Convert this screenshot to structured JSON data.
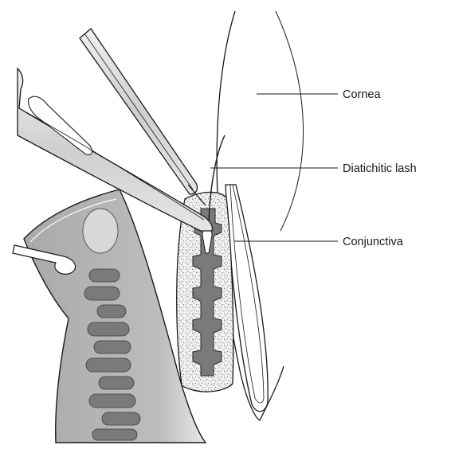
{
  "labels": {
    "cornea": "Cornea",
    "lash": "Diatichitic lash",
    "conjunctiva": "Conjunctiva"
  },
  "colors": {
    "ink": "#1a1a1a",
    "lid_fill": "#b4b4b4",
    "gland_fill": "#7a7a7a",
    "stipple_fill": "#f2f2f2",
    "instrument_fill": "#d6d6d6"
  }
}
